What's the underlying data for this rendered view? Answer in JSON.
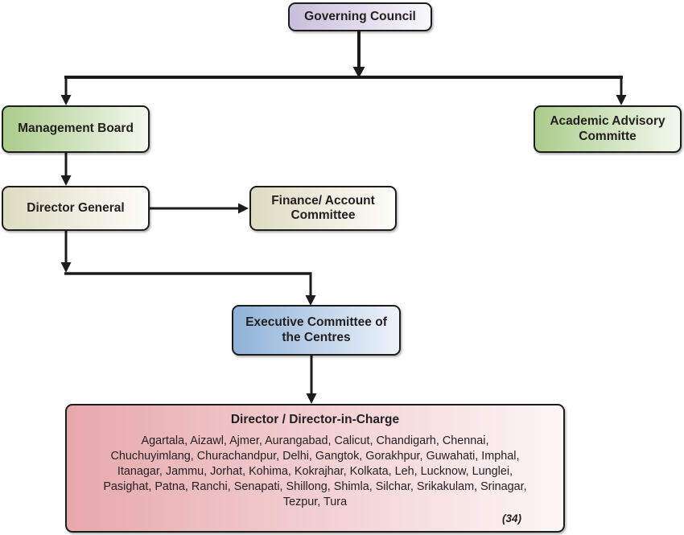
{
  "colors": {
    "box_border": "#1c1c1c",
    "arrow_color": "#1c1c1c",
    "text_color": "#231f20",
    "purple_start": "#c6bfdc",
    "purple_end": "#f9f8fc",
    "green_start": "#aacc8b",
    "green_end": "#f3f8ee",
    "beige_start": "#dedbc2",
    "beige_end": "#fdfdf9",
    "blue_start": "#8fb2d8",
    "blue_end": "#edf3fa",
    "pink_start": "#e7a8ac",
    "pink_end": "#fdf6f6"
  },
  "nodes": {
    "governing_council": {
      "label": "Governing Council"
    },
    "management_board": {
      "label": "Management Board"
    },
    "academic_advisory_committee": {
      "label": "Academic Advisory Committe"
    },
    "director_general": {
      "label": "Director General"
    },
    "finance_account_committee": {
      "label": "Finance/ Account Committee"
    },
    "executive_committee": {
      "label": "Executive Committee of the Centres"
    },
    "directors": {
      "title": "Director / Director-in-Charge",
      "centres_lines": [
        "Agartala, Aizawl, Ajmer, Aurangabad, Calicut, Chandigarh, Chennai,",
        "Chuchuyimlang, Churachandpur, Delhi, Gangtok, Gorakhpur, Guwahati, Imphal,",
        "Itanagar, Jammu, Jorhat, Kohima, Kokrajhar, Kolkata, Leh, Lucknow, Lunglei,",
        "Pasighat, Patna, Ranchi, Senapati, Shillong, Shimla, Silchar, Srikakulam, Srinagar,",
        "Tezpur, Tura"
      ],
      "count_note": "(34)"
    }
  }
}
